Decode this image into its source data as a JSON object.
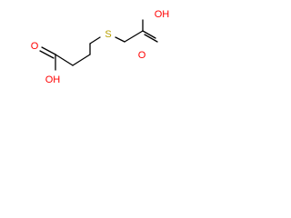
{
  "molecule": {
    "atoms": {
      "oh_top": "OH",
      "o_top": "O",
      "s": "S",
      "o_bottom": "O",
      "oh_bottom": "OH"
    },
    "colors": {
      "bond": "#000000",
      "oxygen": "#ff0000",
      "sulfur": "#b8a000"
    }
  }
}
